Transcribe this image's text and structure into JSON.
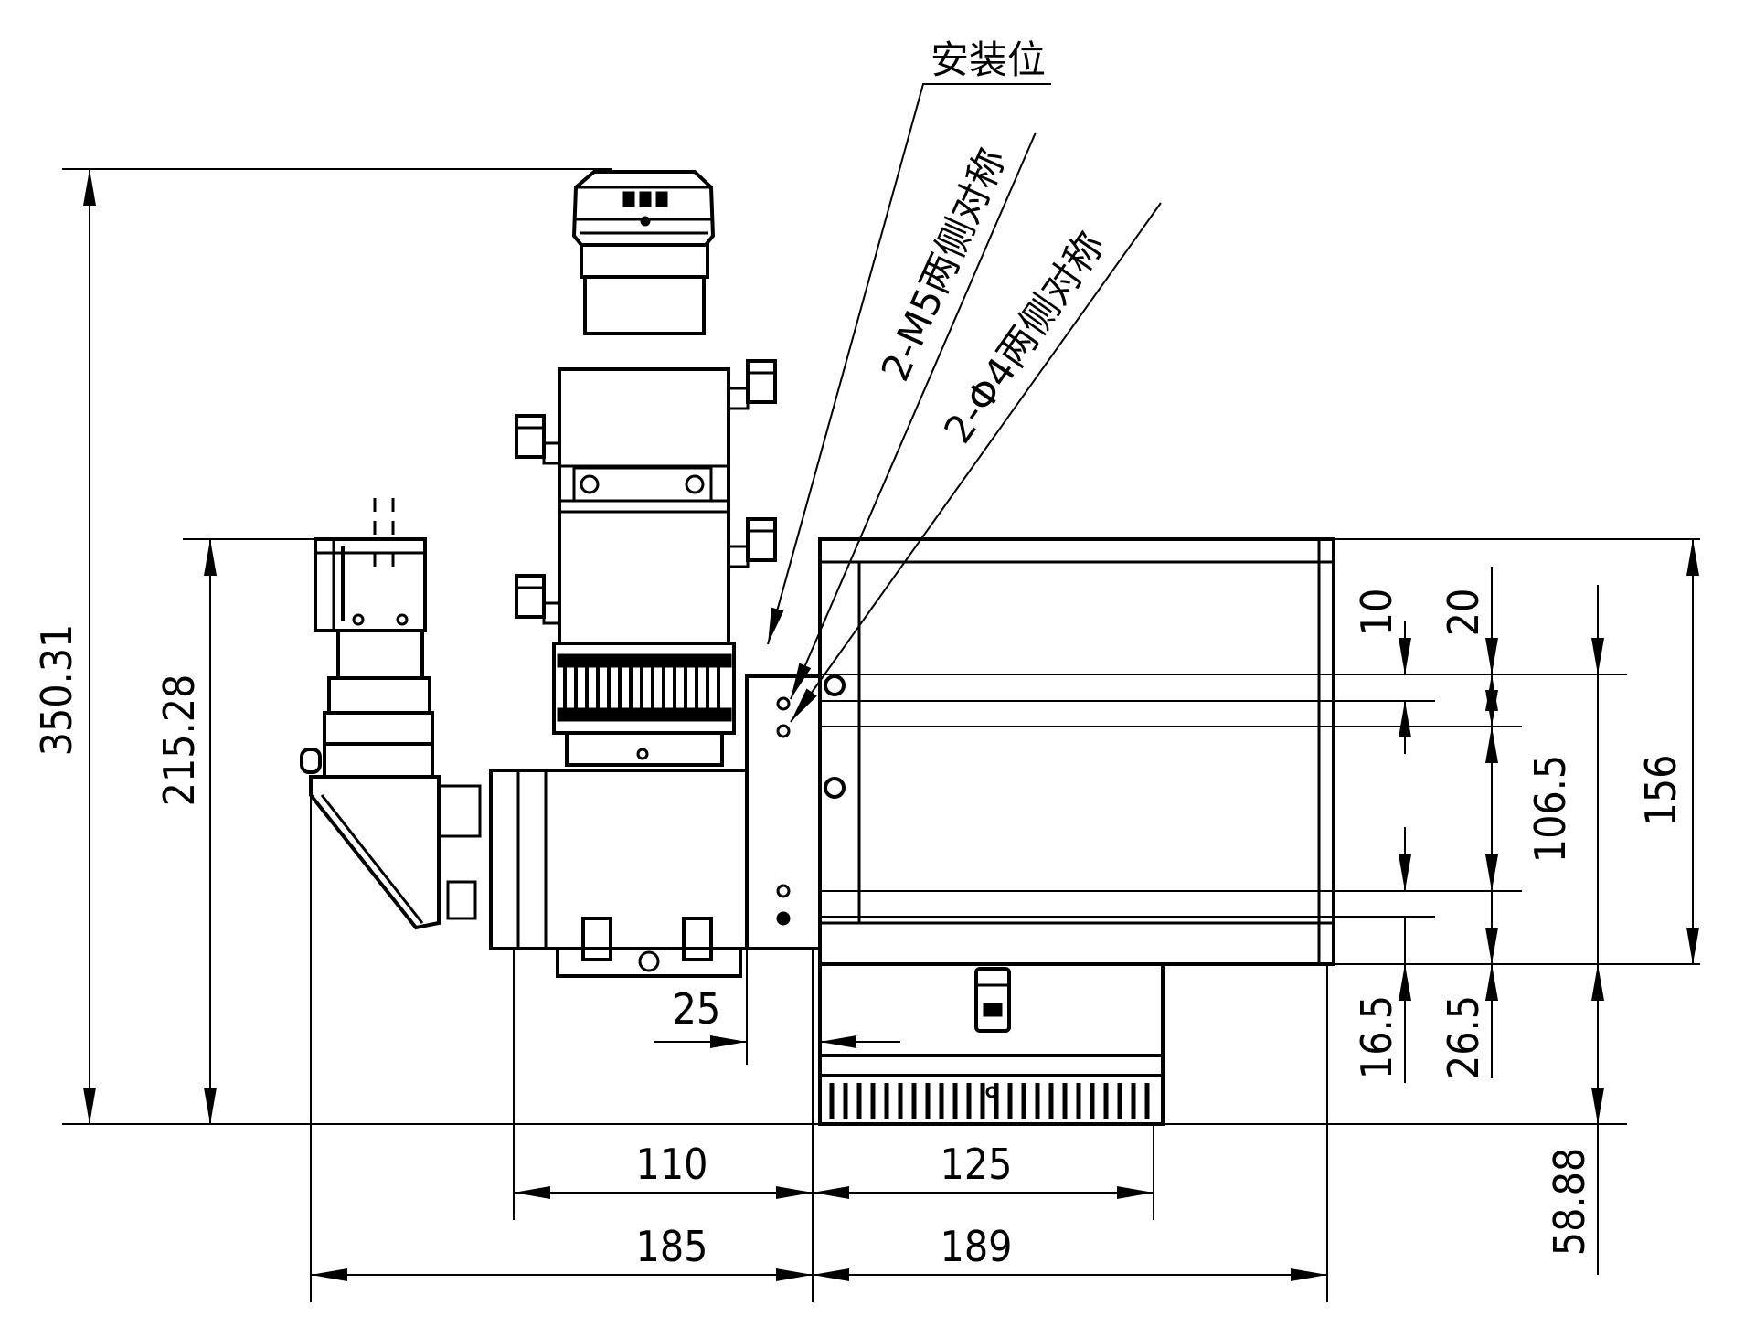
{
  "notes": {
    "mount_position": "安装位",
    "m5_holes": "2-M5两侧对称",
    "phi4_holes": "2-Φ4两侧对称"
  },
  "dimensions": {
    "total_height": "350.31",
    "head_height": "215.28",
    "width_110": "110",
    "width_125": "125",
    "width_185": "185",
    "width_189": "189",
    "offset_25": "25",
    "v_10": "10",
    "v_20": "20",
    "v_106_5": "106.5",
    "v_156": "156",
    "v_16_5": "16.5",
    "v_26_5": "26.5",
    "v_58_88": "58.88"
  }
}
